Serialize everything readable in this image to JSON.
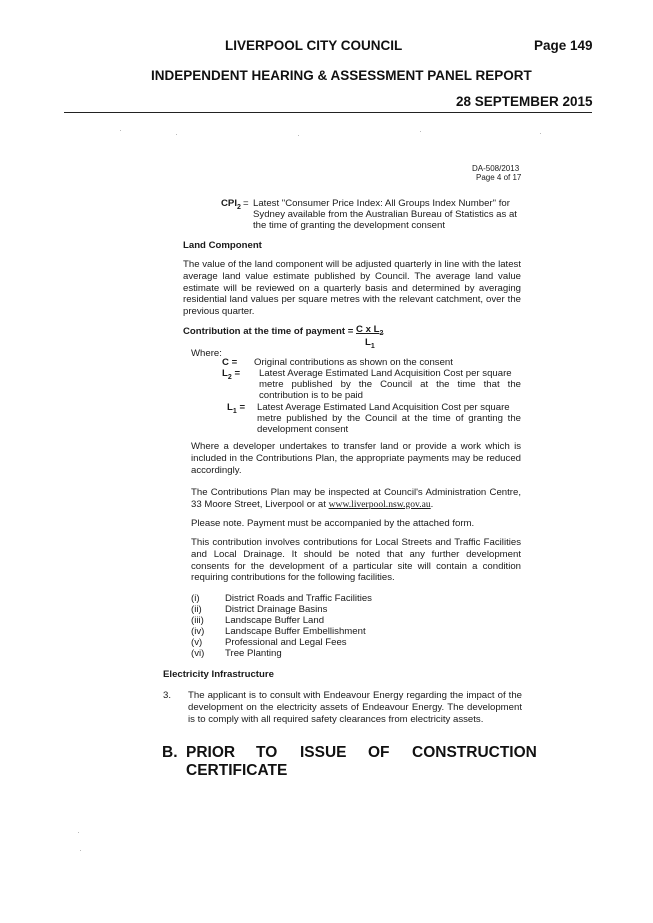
{
  "header": {
    "council": "LIVERPOOL CITY COUNCIL",
    "page": "Page 149",
    "report": "INDEPENDENT HEARING & ASSESSMENT PANEL REPORT",
    "date": "28 SEPTEMBER 2015"
  },
  "ref": {
    "da": "DA-508/2013",
    "page_of": "Page 4 of 17"
  },
  "cpi": {
    "term_prefix": "CPI",
    "term_sub": "2",
    "eq": "=",
    "lines": [
      "Latest \"Consumer Price Index: All Groups Index Number\" for",
      "Sydney available from the Australian Bureau of Statistics as at",
      "the time of granting the development consent"
    ]
  },
  "land_component": {
    "heading": "Land Component",
    "paragraph": "The value of the land component will be adjusted quarterly in line with the latest average land value estimate published by Council. The average land value estimate will be reviewed on a quarterly basis and determined by averaging residential land values per square metres with the relevant catchment, over the previous quarter."
  },
  "formula": {
    "label": "Contribution at the time of payment =",
    "numerator": "C x L",
    "numerator_sub": "2",
    "denominator": "L",
    "denominator_sub": "1"
  },
  "where": {
    "label": "Where:",
    "items": [
      {
        "sym": "C",
        "sub": "",
        "eq": "=",
        "lines": [
          "Original contributions as shown on the consent"
        ]
      },
      {
        "sym": "L",
        "sub": "2",
        "eq": "=",
        "lines": [
          "Latest Average Estimated Land Acquisition Cost per square",
          "metre published by the Council at the time that the",
          "contribution is to be paid"
        ]
      },
      {
        "sym": "L",
        "sub": "1",
        "eq": "=",
        "lines": [
          "Latest Average Estimated Land Acquisition Cost per square",
          "metre published by the Council at the time of granting the",
          "development consent"
        ]
      }
    ]
  },
  "paragraphs": {
    "developer": "Where a developer undertakes to transfer land or provide a work which is included in the Contributions Plan, the appropriate payments may be reduced accordingly.",
    "inspect": "The Contributions Plan may be inspected at Council's Administration Centre, 33 Moore Street, Liverpool or at",
    "url": "www.liverpool.nsw.gov.au",
    "url_end": ".",
    "note": "Please note. Payment must be accompanied by the attached form.",
    "involves": "This contribution involves contributions for Local Streets and Traffic Facilities and Local Drainage. It should be noted that any further development consents for the development of a particular site will contain a condition requiring contributions for the following facilities."
  },
  "facilities": [
    {
      "num": "(i)",
      "text": "District Roads and Traffic Facilities"
    },
    {
      "num": "(ii)",
      "text": "District Drainage Basins"
    },
    {
      "num": "(iii)",
      "text": "Landscape Buffer Land"
    },
    {
      "num": "(iv)",
      "text": "Landscape Buffer Embellishment"
    },
    {
      "num": "(v)",
      "text": "Professional and Legal Fees"
    },
    {
      "num": "(vi)",
      "text": "Tree Planting"
    }
  ],
  "electricity": {
    "heading": "Electricity Infrastructure",
    "num": "3.",
    "text": "The applicant is to consult with Endeavour Energy regarding the impact of the development on the electricity assets of Endeavour Energy. The development is to comply with all required safety clearances from electricity assets."
  },
  "section_b": {
    "letter": "B.",
    "words": [
      "PRIOR",
      "TO",
      "ISSUE",
      "OF",
      "CONSTRUCTION"
    ],
    "line2": "CERTIFICATE"
  }
}
